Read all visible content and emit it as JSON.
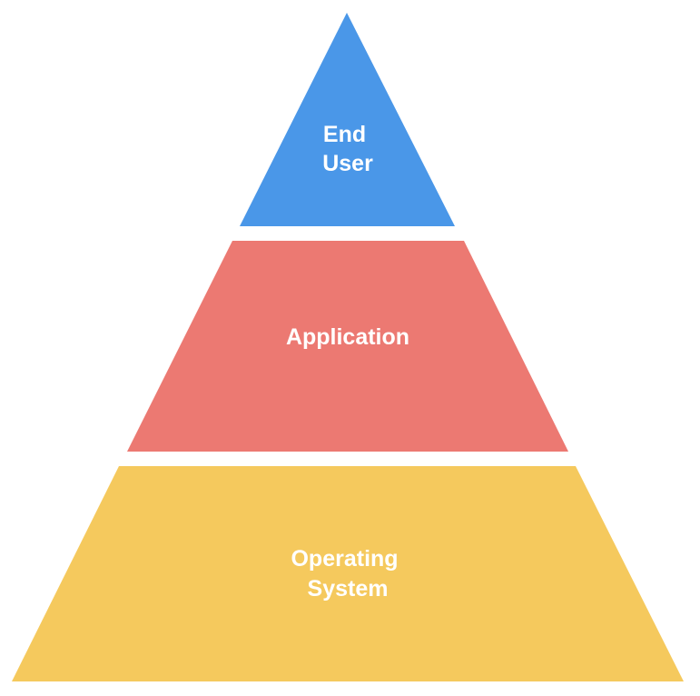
{
  "diagram": {
    "tiers": [
      {
        "id": "end-user",
        "lines": [
          "End",
          "User"
        ],
        "color": "#4a97e8"
      },
      {
        "id": "application",
        "lines": [
          "Application"
        ],
        "color": "#ec7972"
      },
      {
        "id": "operating-system",
        "lines": [
          "Operating",
          "System"
        ],
        "color": "#f5c95d"
      }
    ]
  }
}
